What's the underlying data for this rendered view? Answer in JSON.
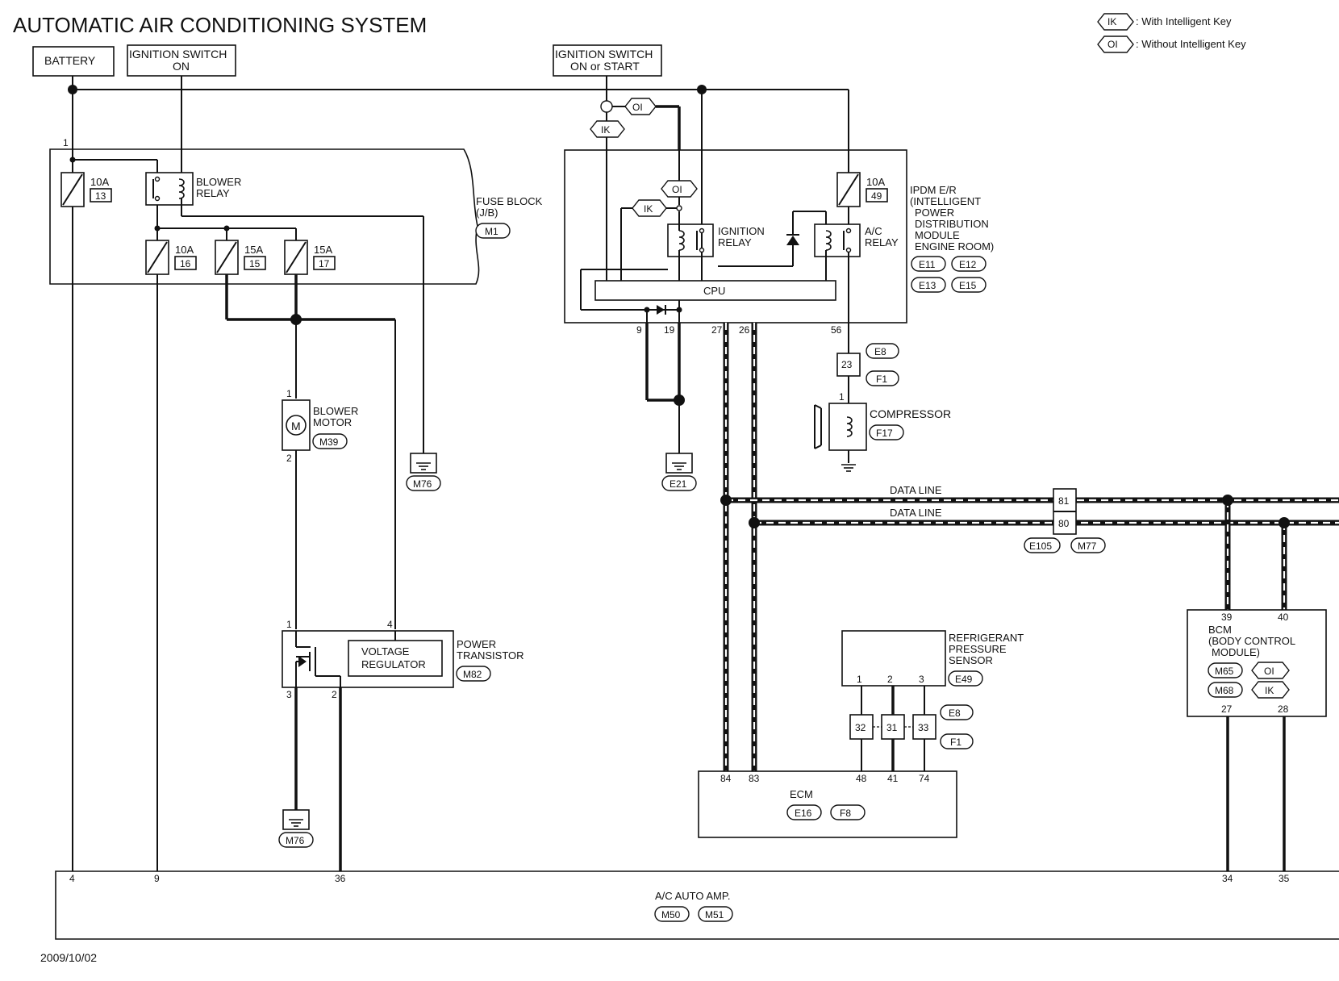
{
  "title": "AUTOMATIC AIR CONDITIONING SYSTEM",
  "date": "2009/10/02",
  "legend": {
    "ik_tag": "IK",
    "ik_text": ": With Intelligent Key",
    "oi_tag": "OI",
    "oi_text": ": Without Intelligent Key"
  },
  "sources": {
    "battery": "BATTERY",
    "ign_on_l1": "IGNITION SWITCH",
    "ign_on_l2": "ON",
    "ign_start_l1": "IGNITION SWITCH",
    "ign_start_l2": "ON or START"
  },
  "fuse_block": {
    "name_l1": "FUSE BLOCK",
    "name_l2": "(J/B)",
    "connector": "M1",
    "pin_in": "1",
    "blower_relay_l1": "BLOWER",
    "blower_relay_l2": "RELAY",
    "fuses": [
      {
        "amp": "10A",
        "num": "13"
      },
      {
        "amp": "10A",
        "num": "16"
      },
      {
        "amp": "15A",
        "num": "15"
      },
      {
        "amp": "15A",
        "num": "17"
      }
    ]
  },
  "blower_motor": {
    "l1": "BLOWER",
    "l2": "MOTOR",
    "symbol": "M",
    "connector": "M39",
    "pin_top": "1",
    "pin_bot": "2"
  },
  "grounds": {
    "g1": "M76",
    "g2": "M76",
    "g3": "E21"
  },
  "power_transistor": {
    "l1": "POWER",
    "l2": "TRANSISTOR",
    "connector": "M82",
    "vr_l1": "VOLTAGE",
    "vr_l2": "REGULATOR",
    "pin1": "1",
    "pin2": "2",
    "pin3": "3",
    "pin4": "4"
  },
  "ipdm": {
    "l1": "IPDM E/R",
    "l2": "(INTELLIGENT",
    "l3": "POWER",
    "l4": "DISTRIBUTION",
    "l5": "MODULE",
    "l6": "ENGINE ROOM)",
    "connectors": [
      "E11",
      "E12",
      "E13",
      "E15"
    ],
    "fuse_amp": "10A",
    "fuse_num": "49",
    "ign_relay_l1": "IGNITION",
    "ign_relay_l2": "RELAY",
    "ac_relay_l1": "A/C",
    "ac_relay_l2": "RELAY",
    "cpu": "CPU",
    "pins": [
      "9",
      "19",
      "27",
      "26",
      "56"
    ],
    "tag_oi": "OI",
    "tag_ik": "IK"
  },
  "compressor": {
    "label": "COMPRESSOR",
    "connector": "F17",
    "pin": "1",
    "joint": "23",
    "conn_a": "E8",
    "conn_b": "F1"
  },
  "data_line": {
    "label1": "DATA LINE",
    "label2": "DATA LINE",
    "pin81": "81",
    "pin80": "80",
    "conn_a": "E105",
    "conn_b": "M77"
  },
  "refrigerant_sensor": {
    "l1": "REFRIGERANT",
    "l2": "PRESSURE",
    "l3": "SENSOR",
    "connector": "E49",
    "pins": [
      "1",
      "2",
      "3"
    ],
    "joints": [
      "32",
      "31",
      "33"
    ],
    "conn_a": "E8",
    "conn_b": "F1"
  },
  "ecm": {
    "label": "ECM",
    "connectors": [
      "E16",
      "F8"
    ],
    "pins": [
      "84",
      "83",
      "48",
      "41",
      "74"
    ]
  },
  "bcm": {
    "l1": "BCM",
    "l2": "(BODY CONTROL",
    "l3": "MODULE)",
    "conn1": "M65",
    "conn1_tag": "OI",
    "conn2": "M68",
    "conn2_tag": "IK",
    "pins_top": [
      "39",
      "40"
    ],
    "pins_bot": [
      "27",
      "28"
    ]
  },
  "ac_amp": {
    "label": "A/C AUTO AMP.",
    "connectors": [
      "M50",
      "M51"
    ],
    "pins": [
      "4",
      "9",
      "36",
      "34",
      "35"
    ]
  }
}
